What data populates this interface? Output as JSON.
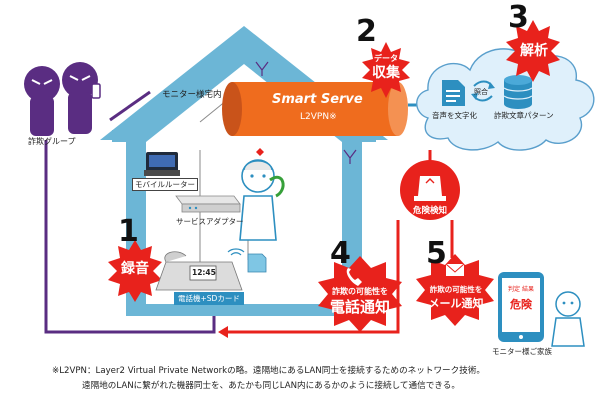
{
  "fraud_group": {
    "label": "詐欺グループ"
  },
  "house": {
    "monitor_label": "モニター様宅内"
  },
  "devices": {
    "mobile_router": "モバイルルーター",
    "service_adapter": "サービスアダプター",
    "phone_sd": "電話機+SDカード",
    "phone_screen": "12:45"
  },
  "l2vpn": {
    "brand": "Smart Serve",
    "sub": "L2VPN",
    "mark": "※"
  },
  "steps": {
    "s1": {
      "num": "1",
      "label": "録音"
    },
    "s2": {
      "num": "2",
      "label_small": "データ",
      "label": "収集"
    },
    "s3": {
      "num": "3",
      "label": "解析"
    },
    "s4": {
      "num": "4",
      "line1": "詐欺の可能性を",
      "line2": "電話通知"
    },
    "s5": {
      "num": "5",
      "line1": "詐欺の可能性を",
      "line2": "メール通知"
    }
  },
  "cloud": {
    "voice_to_text": "音声を文字化",
    "match": "照合",
    "patterns": "詐欺文章パターン"
  },
  "danger_detect": "危険検知",
  "phone_alert": {
    "top": "判定 結果",
    "main": "危険"
  },
  "family_label": "モニター様ご家族",
  "footnote": {
    "line1": "※L2VPN：Layer2 Virtual Private Networkの略。遠隔地にあるLAN同士を接続するためのネットワーク技術。",
    "line2": "遠隔地のLANに繋がれた機器同士を、あたかも同じLAN内にあるかのように接続して通信できる。"
  },
  "colors": {
    "house": "#6cb6d6",
    "red": "#e8221c",
    "purple": "#5a2d82",
    "orange": "#ef6c1e",
    "cloud": "#dff0fb",
    "teal": "#2d8fc0"
  }
}
